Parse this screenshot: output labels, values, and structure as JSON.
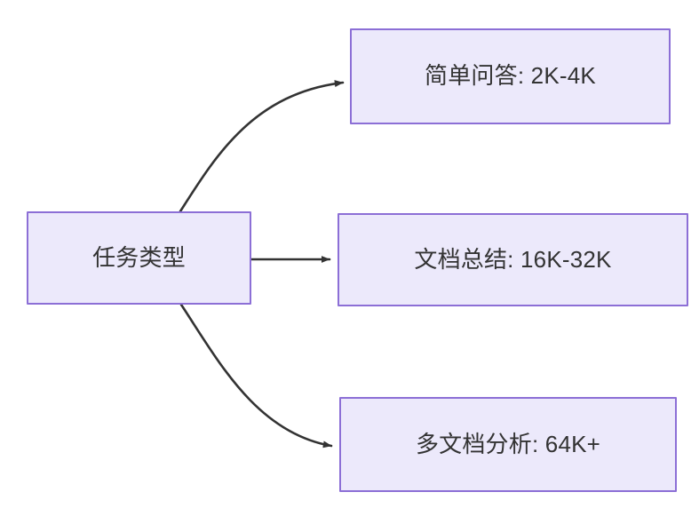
{
  "diagram": {
    "type": "flowchart",
    "direction": "left-to-right",
    "background_color": "#ffffff",
    "node_fill_color": "#ece9fb",
    "node_border_color": "#8c6fd6",
    "node_text_color": "#333333",
    "edge_color": "#333333",
    "root": {
      "id": "task-type",
      "label": "任务类型"
    },
    "branches": [
      {
        "id": "simple-qa",
        "label": "简单问答: 2K-4K",
        "edge_style": "curved"
      },
      {
        "id": "doc-summary",
        "label": "文档总结: 16K-32K",
        "edge_style": "straight"
      },
      {
        "id": "multi-doc",
        "label": "多文档分析: 64K+",
        "edge_style": "curved"
      }
    ]
  }
}
